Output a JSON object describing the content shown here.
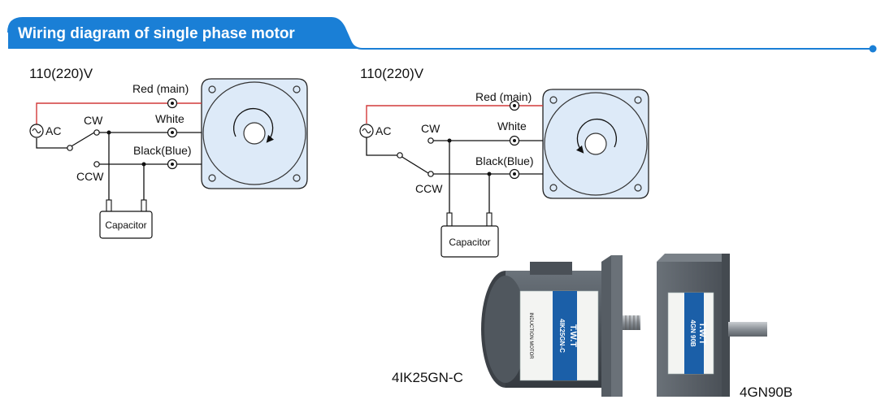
{
  "header": {
    "title": "Wiring diagram of single phase motor",
    "accent_color": "#1a7fd6"
  },
  "diagram_left": {
    "voltage": "110(220)V",
    "source": "AC",
    "switch_cw": "CW",
    "switch_ccw": "CCW",
    "wire_red": "Red (main)",
    "wire_white": "White",
    "wire_black": "Black(Blue)",
    "capacitor": "Capacitor",
    "rotation": "clockwise"
  },
  "diagram_right": {
    "voltage": "110(220)V",
    "source": "AC",
    "switch_cw": "CW",
    "switch_ccw": "CCW",
    "wire_red": "Red (main)",
    "wire_white": "White",
    "wire_black": "Black(Blue)",
    "capacitor": "Capacitor",
    "rotation": "counterclockwise"
  },
  "products": {
    "motor_model": "4IK25GN-C",
    "gearbox_model": "4GN90B",
    "motor_label_brand": "T.W.T",
    "motor_label_type": "INDUCTION MOTOR",
    "motor_label_model": "4IK25GN-C",
    "gearbox_label_brand": "T.W.T",
    "gearbox_label_model": "4GN 90B"
  },
  "colors": {
    "motor_face": "#ddeaf8",
    "red_wire": "#d23a3a",
    "motor_body": "#4a5158",
    "label_blue": "#1b5fa8"
  }
}
